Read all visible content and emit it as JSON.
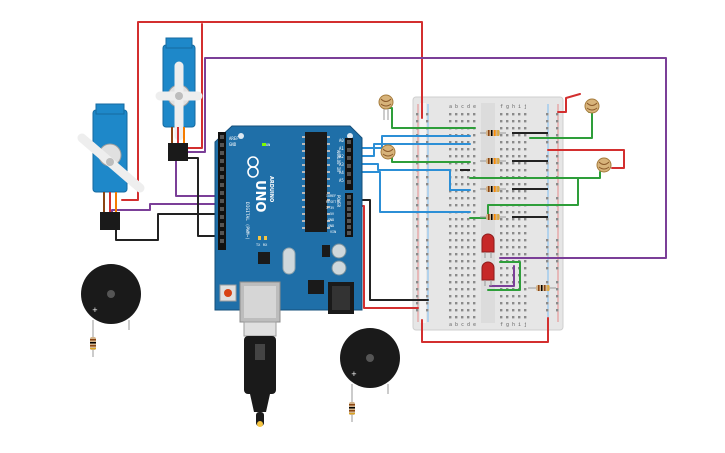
{
  "colors": {
    "board": "#1f6fa8",
    "board_dark": "#195b8c",
    "servo": "#1e88c9",
    "breadboard": "#e9e9e9",
    "wire_red": "#d32f2f",
    "wire_purple": "#7b3f98",
    "wire_black": "#222222",
    "wire_green": "#2e9e3a",
    "wire_blue": "#2c8fd6",
    "led_red": "#c62828",
    "buzzer": "#1a1a1a"
  },
  "arduino": {
    "brand": "UNO",
    "logo_text": "ARDUINO",
    "aref": "AREF",
    "gnd": "GND",
    "digital_label": "DIGITAL (PWM~)",
    "analog_label": "ANALOG IN",
    "power_label": "POWER",
    "tx": "TX",
    "rx": "RX",
    "on": "ON",
    "analog_pins": [
      "A0",
      "A1",
      "A2",
      "A3",
      "A4",
      "A5"
    ],
    "power_pins": [
      "IOREF",
      "RESET",
      "3.3V",
      "5V",
      "GND",
      "GND",
      "VIN"
    ]
  },
  "breadboard": {
    "cols_left": [
      "a",
      "b",
      "c",
      "d",
      "e"
    ],
    "cols_right": [
      "f",
      "g",
      "h",
      "i",
      "j"
    ]
  },
  "components": {
    "servos": 2,
    "photoresistors": 4,
    "resistors": 7,
    "leds": 2,
    "buzzers": 2
  }
}
